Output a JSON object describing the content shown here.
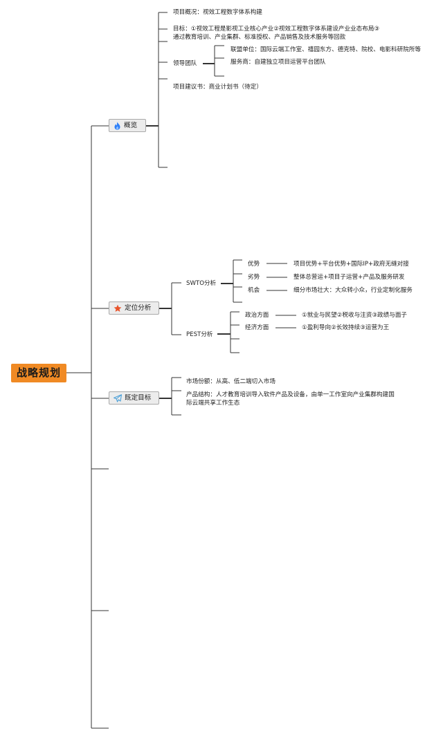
{
  "root": {
    "label": "战略规划"
  },
  "branches": {
    "overview": {
      "label": "概览",
      "icon": "flame-icon",
      "items": {
        "project_overview": "项目概况：视效工程数字体系构建",
        "goal_line1": "目标：①视效工程是影视工业核心产业②视效工程数字体系建设产业业态布局③",
        "goal_line2": "通过教育培训、产业集群、标准授权、产品销售及技术服务等回款",
        "leadership": {
          "label": "领导团队",
          "alliance": "联盟单位：国际云端工作室、禧园东方、德克特、院校、电影科研院所等",
          "service": "服务商：自建独立项目运营平台团队"
        },
        "proposal": "项目建议书：商业计划书（待定）"
      }
    },
    "positioning": {
      "label": "定位分析",
      "icon": "star-icon",
      "swot": {
        "label": "SWTO分析",
        "rows": [
          {
            "key": "优势",
            "value": "项目优势+平台优势+国际IP+政府无缝对接"
          },
          {
            "key": "劣势",
            "value": "整体总营运+项目子运营+产品及服务研发"
          },
          {
            "key": "机会",
            "value": "细分市场壮大：大众转小众，行业定制化服务"
          }
        ]
      },
      "pest": {
        "label": "PEST分析",
        "rows": [
          {
            "key": "政治方面",
            "value": "①就业与民望②税收与注资③政绩与面子"
          },
          {
            "key": "经济方面",
            "value": "①盈利导向②长效持续③运营为王"
          }
        ]
      }
    },
    "targets": {
      "label": "既定目标",
      "icon": "paper-plane-icon",
      "items": {
        "market_share": "市场份额：从高、低二端切入市场",
        "product_line1": "产品结构：人才教育培训导入软件产品及设备，由单一工作室向产业集群构建国",
        "product_line2": "际云端共享工作生态"
      }
    }
  },
  "colors": {
    "root_fill": "#f08a24",
    "branch_fill": "#ececec",
    "branch_border": "#a9a9a9",
    "line": "#333333",
    "flame": "#2d7ff9",
    "star": "#e8532a",
    "plane": "#4a9fd8"
  }
}
